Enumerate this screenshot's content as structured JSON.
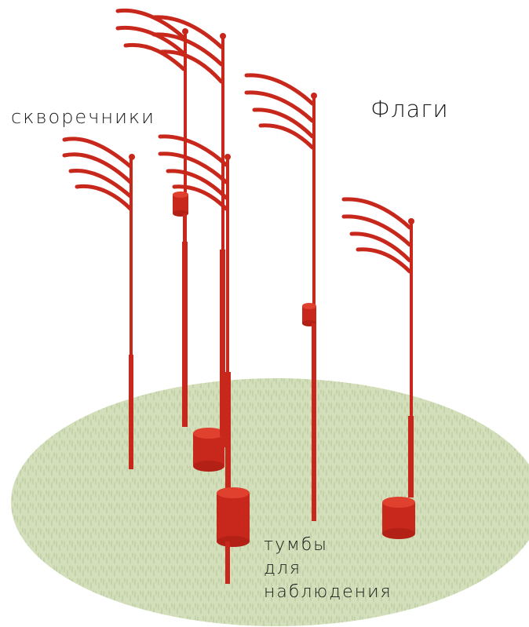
{
  "labels": {
    "birdhouses": "скворечники",
    "flags": "Флаги",
    "stands": [
      "тумбы",
      "для",
      "наблюдения"
    ]
  },
  "colors": {
    "pole": "#c8281c",
    "pole_dark": "#9e1a12",
    "cylinder_top": "#e0402e",
    "ground": "#cfdcb4",
    "ground_stroke": "#b3c598"
  },
  "icons": {
    "flag": "wavy-pennant",
    "birdhouse": "small-red-cylinder",
    "stand": "large-red-cylinder"
  }
}
